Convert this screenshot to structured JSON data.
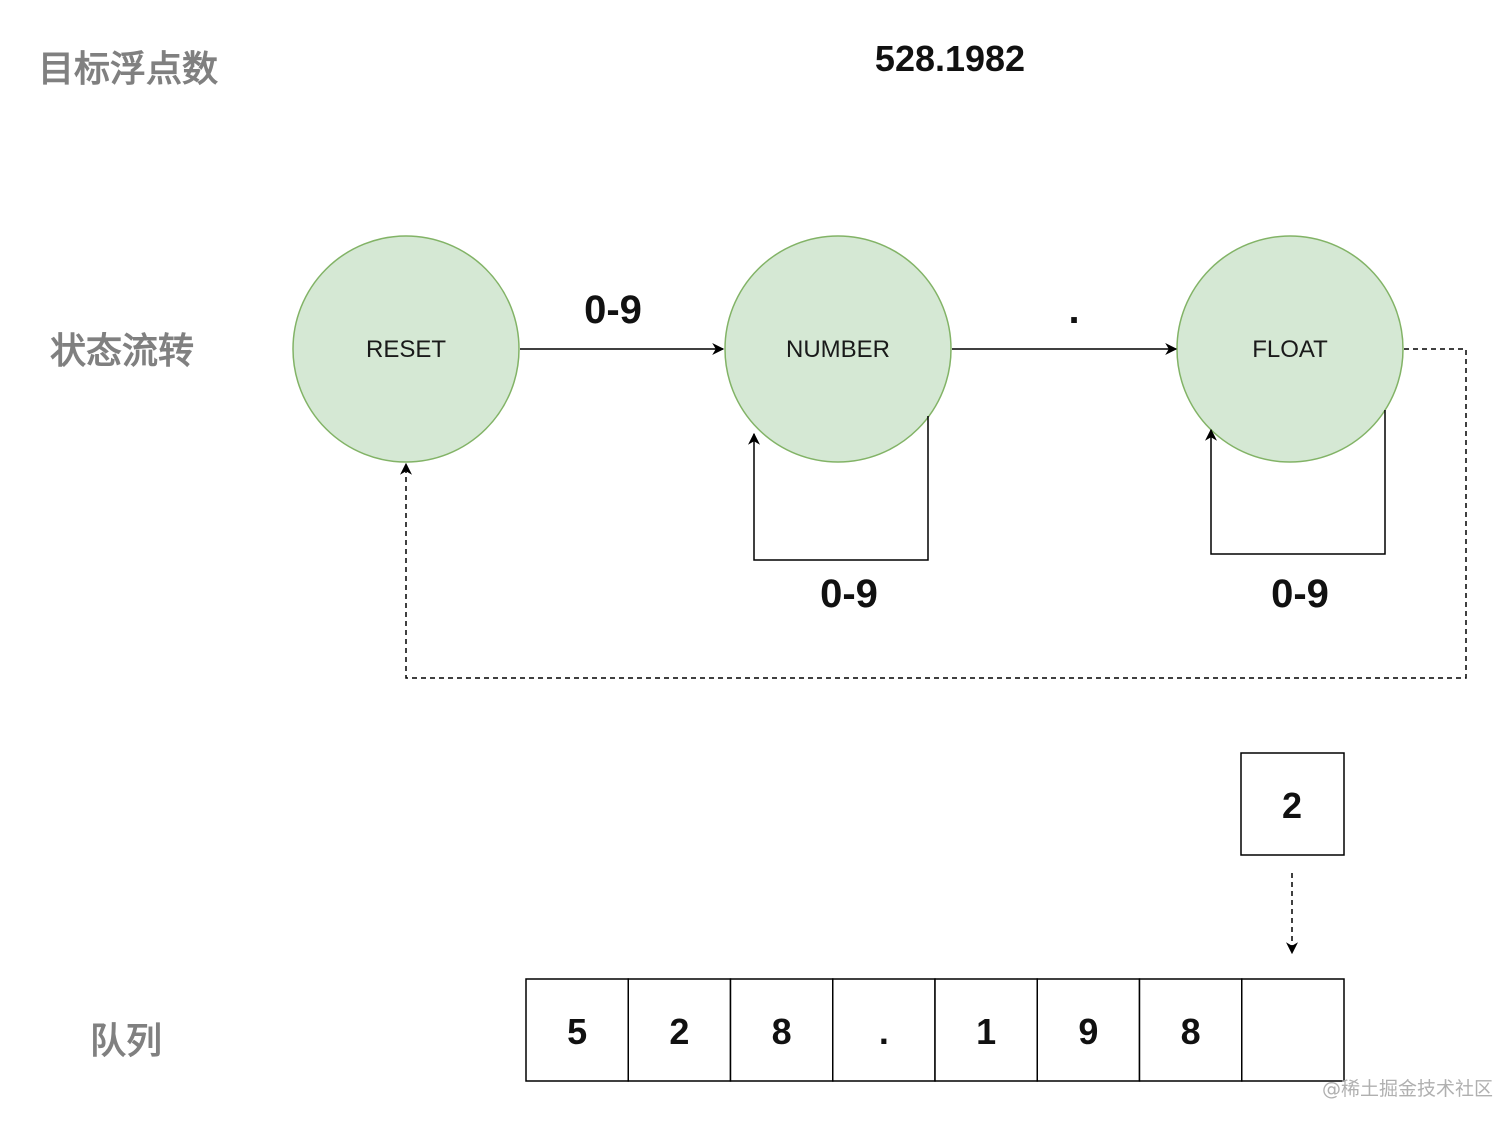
{
  "labels": {
    "target": "目标浮点数",
    "state_flow": "状态流转",
    "queue": "队列"
  },
  "target_value": "528.1982",
  "colors": {
    "state_fill": "#d5e8d4",
    "state_stroke": "#82b366",
    "line": "#000000",
    "row_label": "#808080"
  },
  "states": [
    {
      "id": "reset",
      "label": "RESET"
    },
    {
      "id": "number",
      "label": "NUMBER"
    },
    {
      "id": "float",
      "label": "FLOAT"
    }
  ],
  "transitions": {
    "reset_to_number": "0-9",
    "number_to_float": ".",
    "number_self_loop": "0-9",
    "float_self_loop": "0-9"
  },
  "queue": [
    "5",
    "2",
    "8",
    ".",
    "1",
    "9",
    "8",
    ""
  ],
  "incoming_char": "2",
  "watermark": "@稀土掘金技术社区"
}
